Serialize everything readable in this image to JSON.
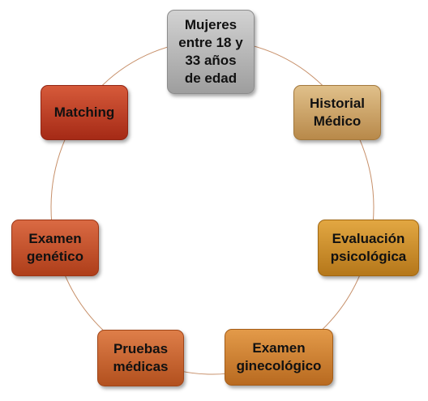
{
  "diagram": {
    "type": "cycle",
    "ring_color": "#C7906A",
    "nodes": [
      {
        "id": "n0",
        "label": "Mujeres\nentre 18 y\n33 años\nde edad",
        "fill_top": "#D2D2D2",
        "fill_bottom": "#9E9E9E",
        "border": "#8C8C8C"
      },
      {
        "id": "n1",
        "label": "Historial\nMédico",
        "fill_top": "#E0C08A",
        "fill_bottom": "#B8894A",
        "border": "#A3783C"
      },
      {
        "id": "n2",
        "label": "Evaluación\npsicológica",
        "fill_top": "#E2A742",
        "fill_bottom": "#B5771A",
        "border": "#A06712"
      },
      {
        "id": "n3",
        "label": "Examen\nginecológico",
        "fill_top": "#E39A49",
        "fill_bottom": "#B86A20",
        "border": "#A45D19"
      },
      {
        "id": "n4",
        "label": "Pruebas\nmédicas",
        "fill_top": "#DE7E49",
        "fill_bottom": "#B2501E",
        "border": "#A04619"
      },
      {
        "id": "n5",
        "label": "Examen\ngenético",
        "fill_top": "#DA6A43",
        "fill_bottom": "#AE3E1A",
        "border": "#9C3616"
      },
      {
        "id": "n6",
        "label": "Matching",
        "fill_top": "#D65A3A",
        "fill_bottom": "#A52A16",
        "border": "#922412"
      }
    ]
  }
}
